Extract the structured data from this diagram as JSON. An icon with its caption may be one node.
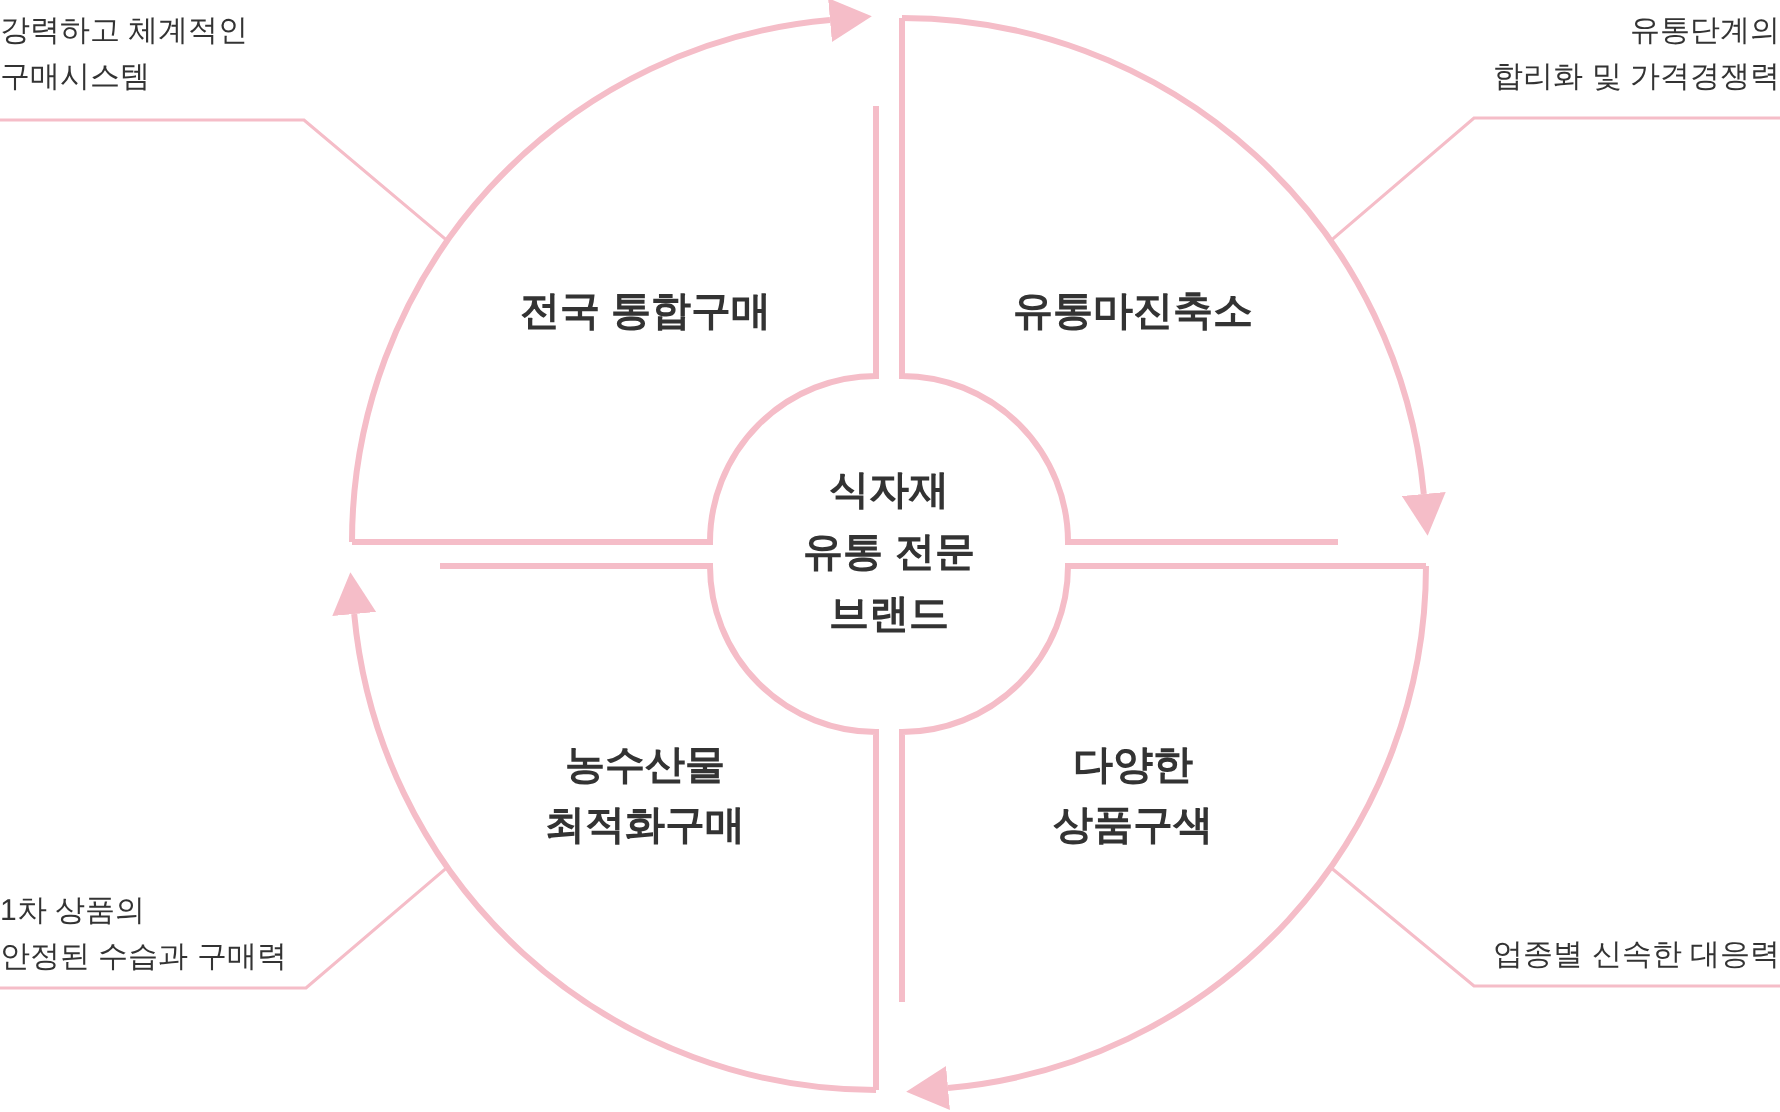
{
  "diagram": {
    "nodes": [
      {
        "text": [
          "강력하고 체계적인 구매시스템"
        ]
      },
      {
        "text": [
          "유통단계의 합리화 및 가격경쟁력"
        ]
      },
      {
        "text": [
          "전국 통합구매"
        ]
      },
      {
        "text": [
          "유통마진축소"
        ]
      },
      {
        "text": [
          "식자재 유통 전문 브랜드"
        ]
      },
      {
        "text": [
          "농수산물 최적화구매"
        ]
      },
      {
        "text": [
          "다양한 상품구색"
        ]
      },
      {
        "text": [
          "1차 상품의 안정된 수습과 구매력"
        ]
      },
      {
        "text": [
          "업종별 신속한 대응력"
        ]
      }
    ],
    "edges": [
      {
        "from": 2,
        "to": 3,
        "arrow": "to"
      },
      {
        "from": 3,
        "to": 6,
        "arrow": "to"
      },
      {
        "from": 6,
        "to": 5,
        "arrow": "to"
      },
      {
        "from": 5,
        "to": 2,
        "arrow": "to"
      },
      {
        "from": 0,
        "to": 2,
        "arrow": "none"
      },
      {
        "from": 1,
        "to": 3,
        "arrow": "none"
      },
      {
        "from": 7,
        "to": 5,
        "arrow": "none"
      },
      {
        "from": 8,
        "to": 6,
        "arrow": "none"
      }
    ]
  }
}
